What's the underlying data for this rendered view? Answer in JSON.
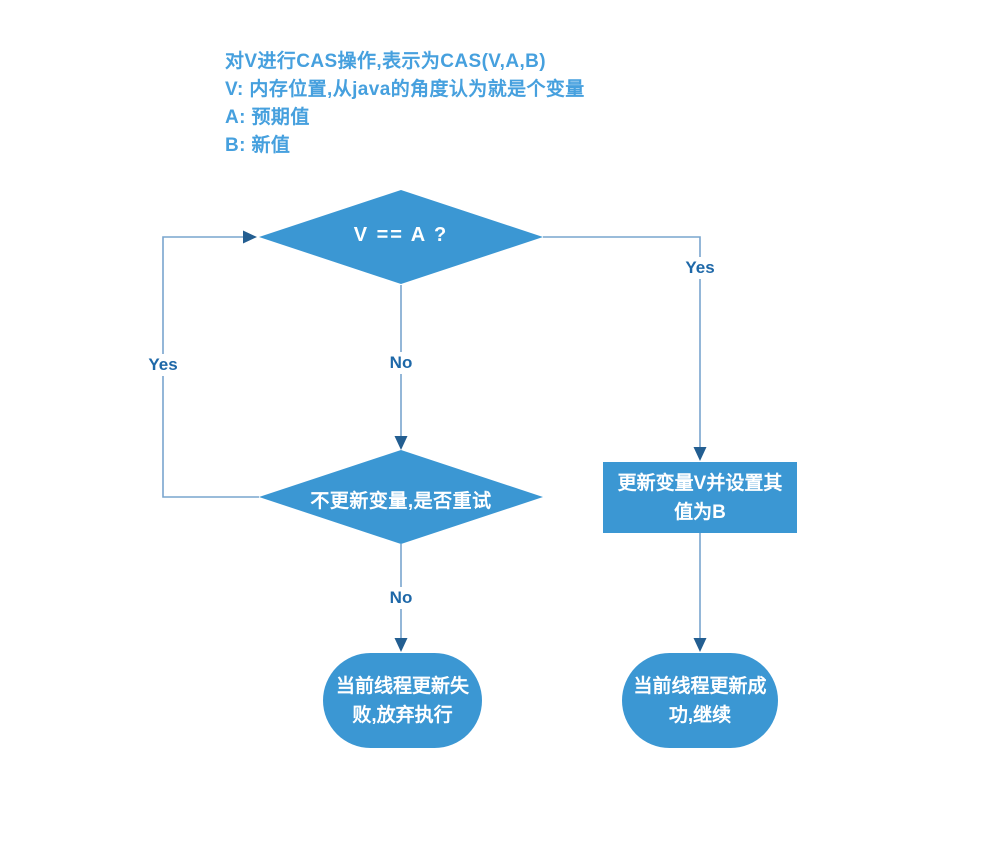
{
  "colors": {
    "node_fill": "#3b97d3",
    "node_text": "#ffffff",
    "connector": "#79a5ce",
    "arrowhead": "#235e91",
    "edge_label_text": "#1e68a8",
    "note_text": "#46a0de",
    "background": "#ffffff"
  },
  "note": {
    "lines": [
      "对V进行CAS操作,表示为CAS(V,A,B)",
      "V: 内存位置,从java的角度认为就是个变量",
      "A: 预期值",
      "B: 新值"
    ]
  },
  "nodes": {
    "decision_v_eq_a": {
      "label": "V == A ?"
    },
    "decision_retry": {
      "label": "不更新变量,是否重试"
    },
    "process_update": {
      "label": "更新变量V并设置其值为B"
    },
    "terminator_fail": {
      "label": "当前线程更新失败,放弃执行"
    },
    "terminator_success": {
      "label": "当前线程更新成功,继续"
    }
  },
  "edges": {
    "d1_yes_right_label": "Yes",
    "d2_yes_loop_label": "Yes",
    "d1_no_down_label": "No",
    "d2_no_down_label": "No"
  }
}
